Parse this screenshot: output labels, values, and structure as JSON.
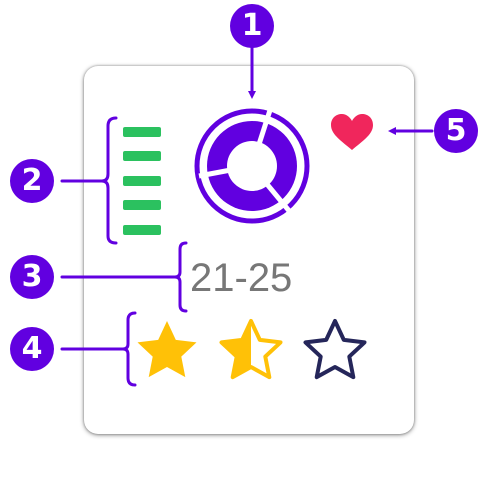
{
  "colors": {
    "accent": "#6100e0",
    "bars": "#2bc15f",
    "heart": "#f0265c",
    "star_filled": "#ffc107",
    "star_outline": "#25265a",
    "text": "#777777"
  },
  "card": {
    "level_bars_count": 5,
    "category_icon": "circular-arrows-icon",
    "age_range": "21-25",
    "rating": {
      "max": 3,
      "value": 1.5
    },
    "favorite_icon": "heart-icon"
  },
  "callouts": [
    {
      "label": "1",
      "target": "category-icon"
    },
    {
      "label": "2",
      "target": "level-bars"
    },
    {
      "label": "3",
      "target": "age-range"
    },
    {
      "label": "4",
      "target": "star-rating"
    },
    {
      "label": "5",
      "target": "favorite-heart"
    }
  ]
}
